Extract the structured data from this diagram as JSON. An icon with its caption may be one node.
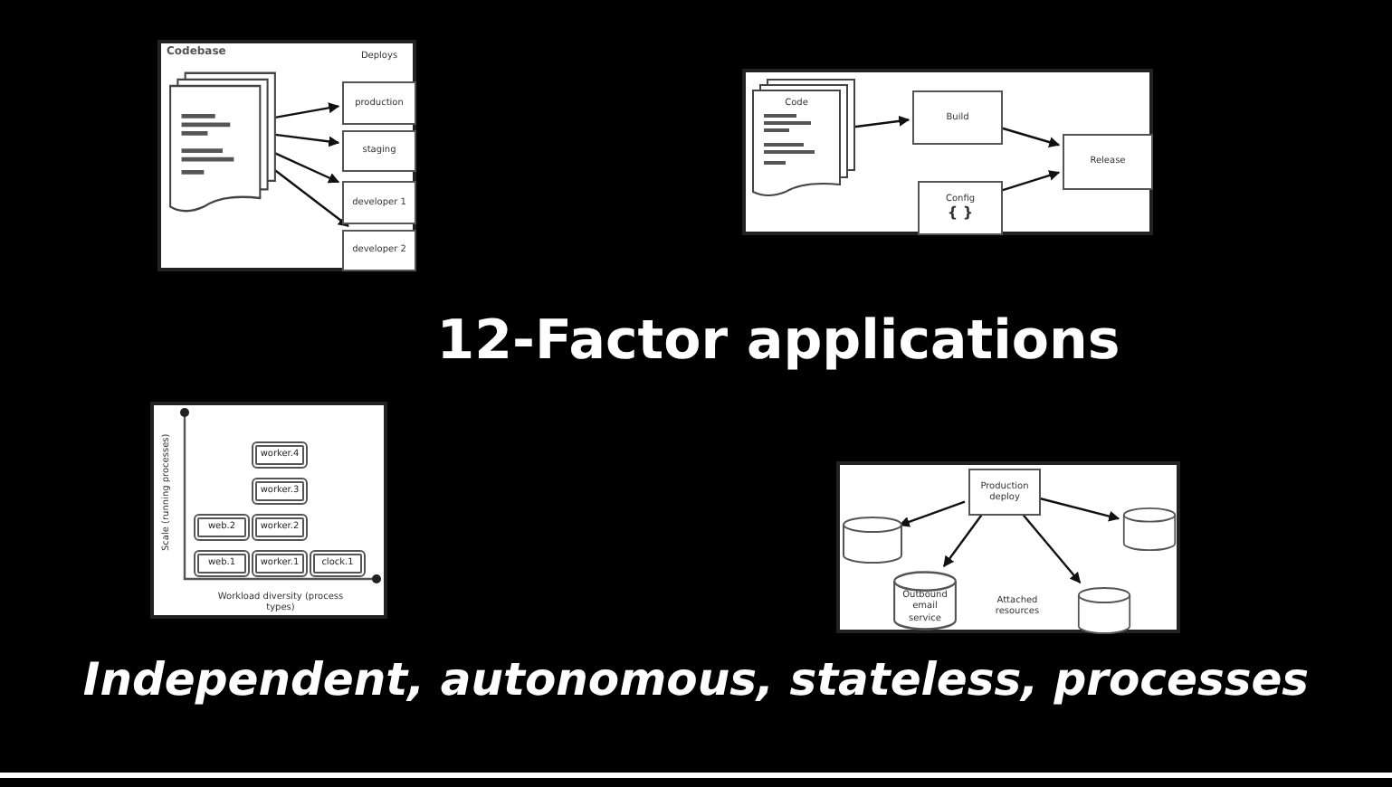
{
  "diagram": {
    "title": "12-Factor applications",
    "caption": "Independent, autonomous, stateless, processes",
    "nodes": [
      {
        "text": [],
        "shape": "box"
      },
      {
        "text": [
          "Codebase"
        ],
        "in": 0
      },
      {
        "text": [
          "production"
        ],
        "in": 0
      },
      {
        "text": [
          "staging"
        ],
        "in": 0
      },
      {
        "text": [
          "developer 1"
        ],
        "in": 0
      },
      {
        "text": [
          "developer 2"
        ],
        "in": 0
      },
      {
        "text": [],
        "shape": "box"
      },
      {
        "text": [
          "Code"
        ],
        "in": 6
      },
      {
        "text": [
          "Build"
        ],
        "in": 6
      },
      {
        "text": [
          "Config",
          "{ }"
        ],
        "in": 6
      },
      {
        "text": [
          "Release"
        ],
        "in": 6
      },
      {
        "text": [],
        "shape": "box"
      },
      {
        "text": [
          "worker.4"
        ],
        "in": 11
      },
      {
        "text": [
          "worker.3"
        ],
        "in": 11
      },
      {
        "text": [
          "web.2"
        ],
        "in": 11
      },
      {
        "text": [
          "worker.2"
        ],
        "in": 11
      },
      {
        "text": [
          "web.1"
        ],
        "in": 11
      },
      {
        "text": [
          "worker.1"
        ],
        "in": 11
      },
      {
        "text": [
          "clock.1"
        ],
        "in": 11
      },
      {
        "text": [],
        "shape": "box"
      },
      {
        "text": [
          "Production deploy"
        ],
        "in": 19
      },
      {
        "text": [],
        "shape": "cylinder",
        "in": 19
      },
      {
        "text": [],
        "shape": "cylinder",
        "in": 19
      },
      {
        "text": [
          "Outbound email service"
        ],
        "in": 19
      },
      {
        "text": [],
        "shape": "cylinder",
        "in": 19
      }
    ],
    "edges": [
      {
        "from": 1,
        "to": 2,
        "arrow": "to"
      },
      {
        "from": 1,
        "to": 3,
        "arrow": "to"
      },
      {
        "from": 1,
        "to": 4,
        "arrow": "to"
      },
      {
        "from": 1,
        "to": 5,
        "arrow": "to"
      },
      {
        "from": 7,
        "to": 8,
        "arrow": "to"
      },
      {
        "from": 8,
        "to": 10,
        "arrow": "to"
      },
      {
        "from": 9,
        "to": 10,
        "arrow": "to"
      },
      {
        "from": 20,
        "to": 21,
        "arrow": "to"
      },
      {
        "from": 20,
        "to": 22,
        "arrow": "to"
      },
      {
        "from": 20,
        "to": 23,
        "arrow": "to"
      },
      {
        "from": 20,
        "to": 24,
        "arrow": "to"
      }
    ],
    "labels": [
      "Deploys",
      "Scale (running processes)",
      "Workload diversity (process types)",
      "Attached resources"
    ]
  }
}
